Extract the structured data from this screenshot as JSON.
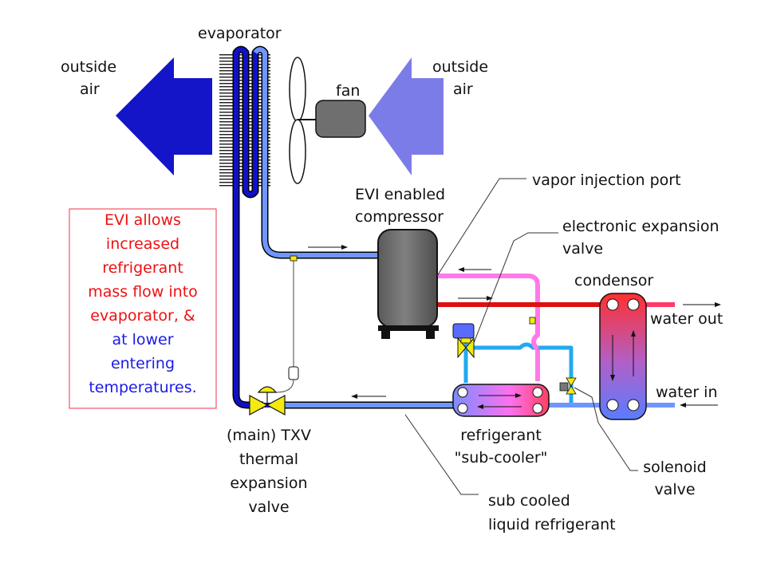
{
  "labels": {
    "evaporator": "evaporator",
    "fan": "fan",
    "outside_air_left": [
      "outside",
      "air"
    ],
    "outside_air_right": [
      "outside",
      "air"
    ],
    "compressor": [
      "EVI enabled",
      "compressor"
    ],
    "vapor_injection_port": "vapor injection port",
    "electronic_expansion_valve": [
      "electronic expansion",
      "valve"
    ],
    "condensor": "condensor",
    "water_out": "water out",
    "water_in": "water in",
    "txv": [
      "(main) TXV",
      "thermal",
      "expansion",
      "valve"
    ],
    "sub_cooler": [
      "refrigerant",
      "\"sub-cooler\""
    ],
    "solenoid_valve": [
      "solenoid",
      "valve"
    ],
    "sub_cooled_liquid": [
      "sub cooled",
      "liquid refrigerant"
    ]
  },
  "note": {
    "lines_red": [
      "EVI allows",
      "increased",
      "refrigerant",
      "mass flow into",
      "evaporator, &"
    ],
    "lines_blue": [
      "at lower",
      "entering",
      "temperatures."
    ]
  },
  "colors": {
    "dark_blue": "#1010c8",
    "light_blue": "#6f96ff",
    "violet_arrow": "#7c7ce8",
    "pink": "#ff7ae8",
    "red": "#dd1111",
    "cyan": "#22aaee",
    "note_red": "#ee1111",
    "note_blue": "#1a1ae6",
    "compressor_gray": "#6f6f6f",
    "valve_yellow": "#f4ea10"
  }
}
